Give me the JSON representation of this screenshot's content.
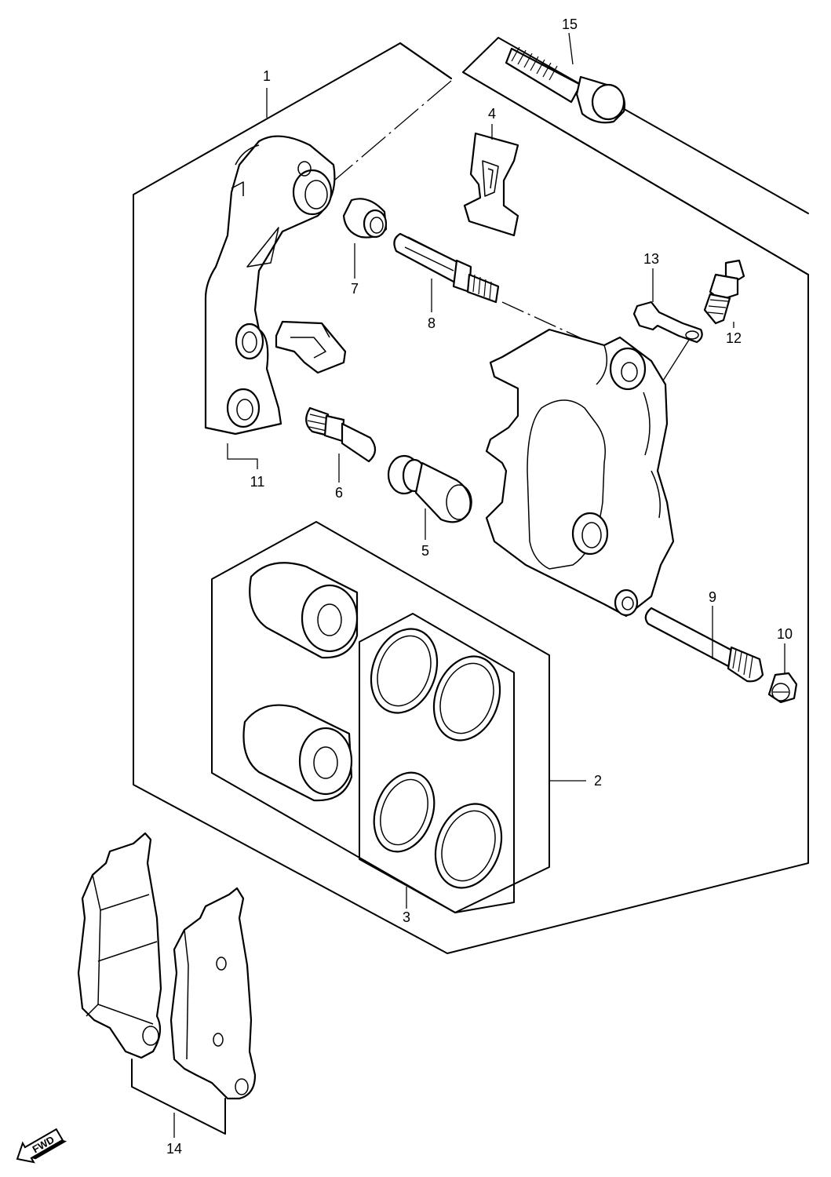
{
  "diagram": {
    "type": "exploded-parts-diagram",
    "direction_label": "FWD",
    "callouts": [
      {
        "id": "c1",
        "label": "1"
      },
      {
        "id": "c2",
        "label": "2"
      },
      {
        "id": "c3",
        "label": "3"
      },
      {
        "id": "c4",
        "label": "4"
      },
      {
        "id": "c5",
        "label": "5"
      },
      {
        "id": "c6",
        "label": "6"
      },
      {
        "id": "c7",
        "label": "7"
      },
      {
        "id": "c8",
        "label": "8"
      },
      {
        "id": "c9",
        "label": "9"
      },
      {
        "id": "c10",
        "label": "10"
      },
      {
        "id": "c11",
        "label": "11"
      },
      {
        "id": "c12",
        "label": "12"
      },
      {
        "id": "c13",
        "label": "13"
      },
      {
        "id": "c14",
        "label": "14"
      },
      {
        "id": "c15",
        "label": "15"
      }
    ]
  }
}
